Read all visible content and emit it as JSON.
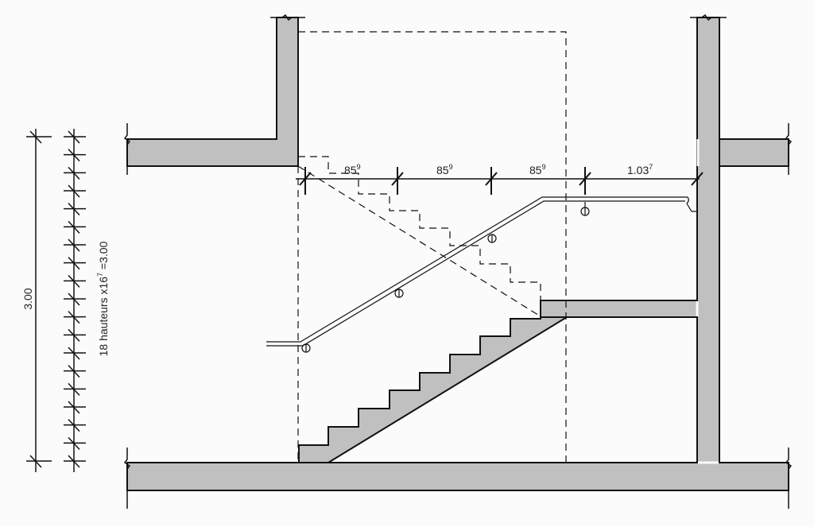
{
  "dimensions": {
    "treads": [
      {
        "value": "85",
        "sup": "9"
      },
      {
        "value": "85",
        "sup": "9"
      },
      {
        "value": "85",
        "sup": "9"
      },
      {
        "value": "1.03",
        "sup": "7"
      }
    ],
    "total_height": "3.00",
    "risers_label": {
      "prefix": "18 hauteurs x16",
      "sup": "7",
      "suffix": " =3.00"
    }
  },
  "colors": {
    "concrete": "#c0c0c0",
    "line": "#111111"
  }
}
